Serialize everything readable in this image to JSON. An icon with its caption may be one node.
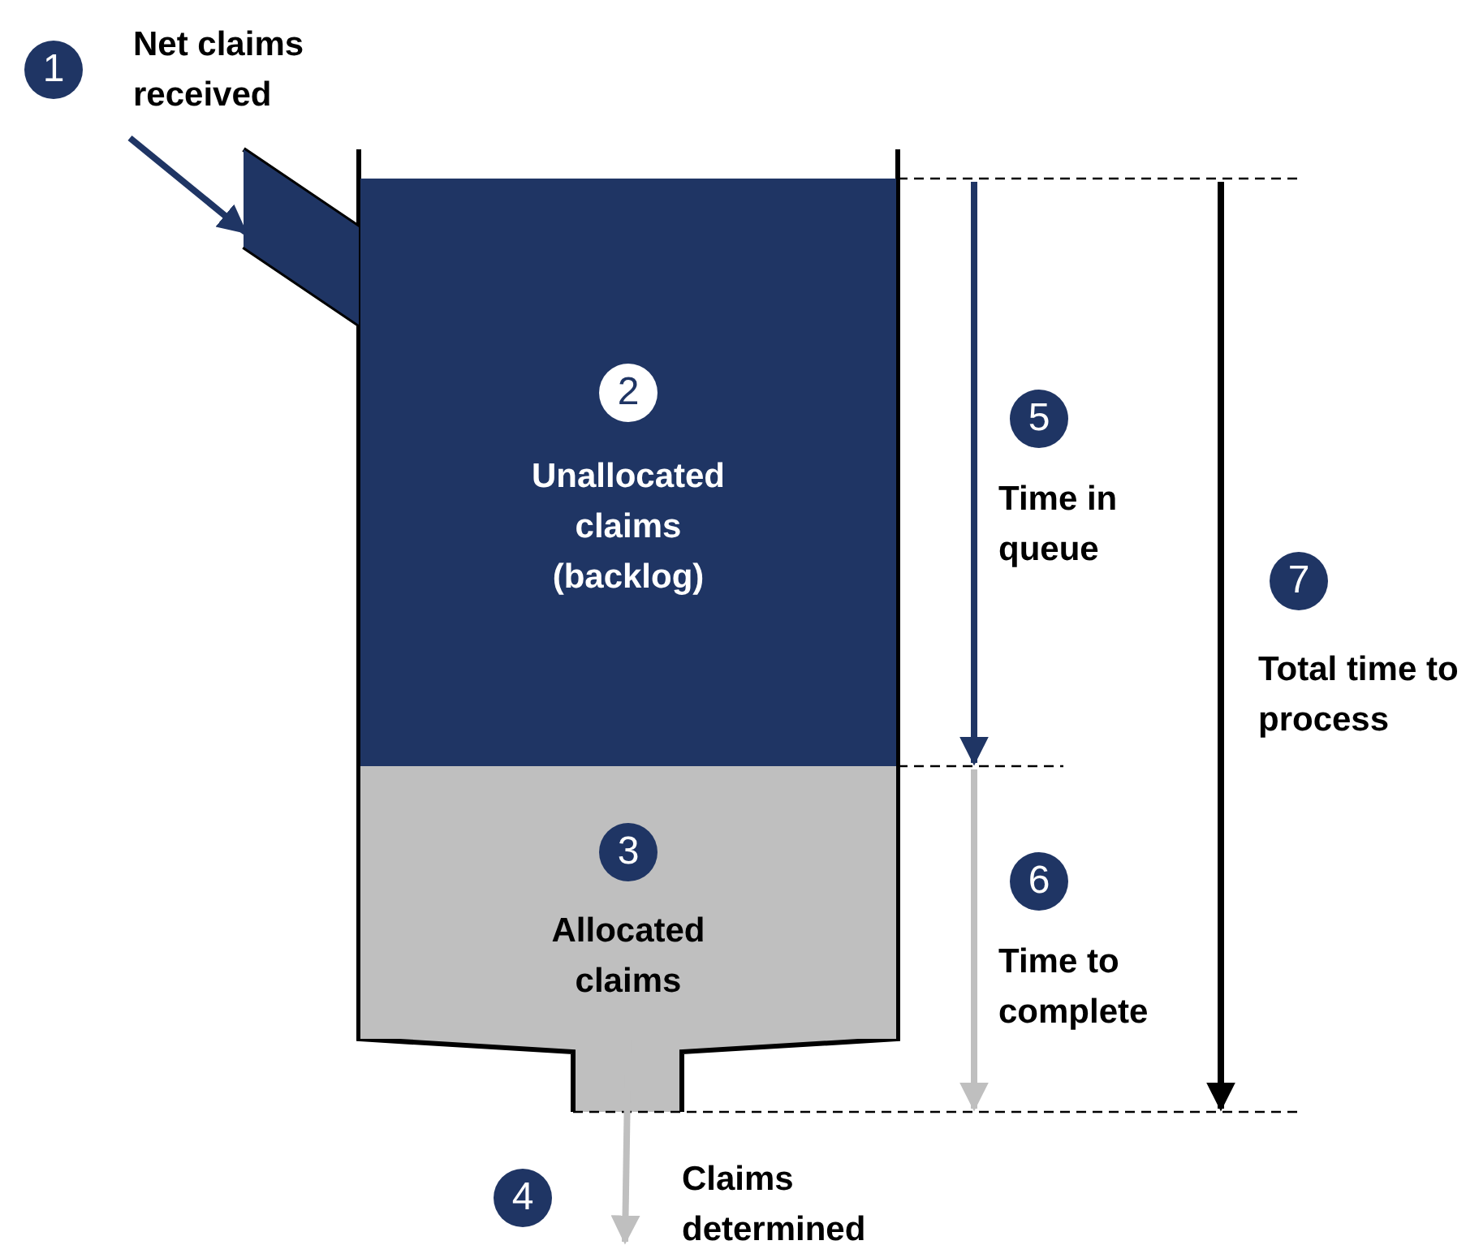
{
  "diagram": {
    "nodes": [
      {
        "text": [
          "1"
        ],
        "beside": [
          "Net claims received"
        ]
      },
      {
        "text": [
          "Unallocated claims (backlog)"
        ]
      },
      {
        "text": [
          "2"
        ],
        "in": 1
      },
      {
        "text": [
          "Allocated claims"
        ]
      },
      {
        "text": [
          "3"
        ],
        "in": 3
      },
      {
        "text": [
          "4"
        ],
        "beside": [
          "Claims determined"
        ]
      },
      {
        "text": [
          "5"
        ],
        "beside": [
          "Time in queue"
        ]
      },
      {
        "text": [
          "6"
        ],
        "beside": [
          "Time to complete"
        ]
      },
      {
        "text": [
          "7"
        ],
        "beside": [
          "Total time to process"
        ]
      },
      {
        "text": [],
        "shape": "box"
      }
    ],
    "edges": [
      {
        "from": null,
        "to": 9,
        "arrow": "to"
      },
      {
        "from": 3,
        "to": null,
        "arrow": "to",
        "color": "#bfbfbf"
      }
    ]
  }
}
